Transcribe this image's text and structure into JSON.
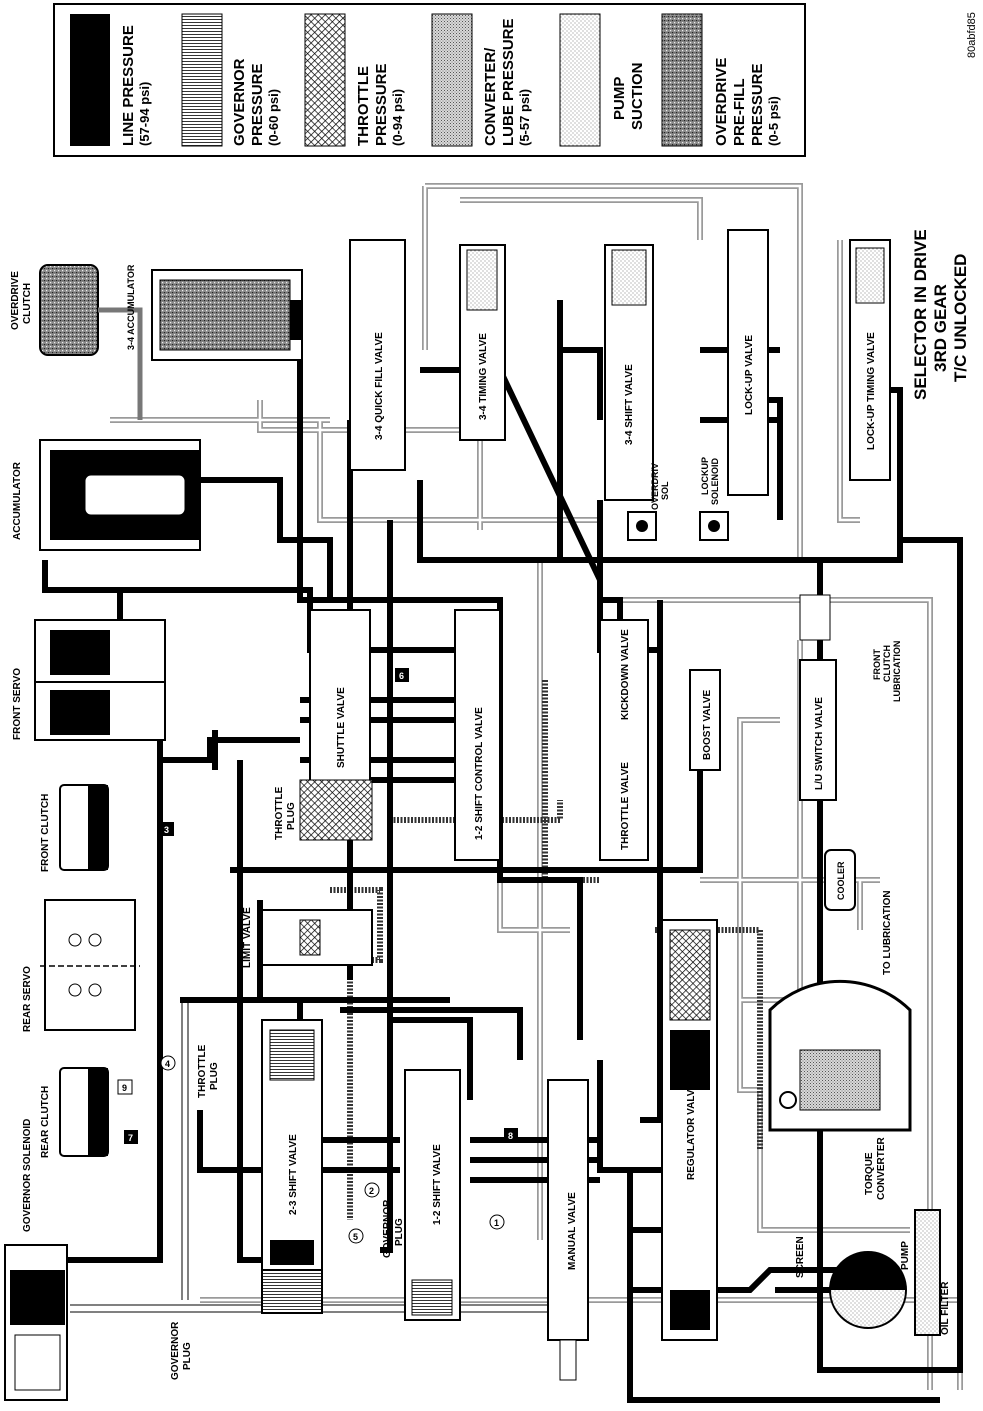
{
  "figure_code": "80abfd85",
  "legend": [
    {
      "line1": "LINE PRESSURE",
      "line2": "(57-94 psi)",
      "line3": "",
      "pattern": "solid"
    },
    {
      "line1": "GOVERNOR",
      "line2": "PRESSURE",
      "line3": "(0-60 psi)",
      "pattern": "vlines"
    },
    {
      "line1": "THROTTLE",
      "line2": "PRESSURE",
      "line3": "(0-94 psi)",
      "pattern": "cross"
    },
    {
      "line1": "CONVERTER/",
      "line2": "LUBE PRESSURE",
      "line3": "(5-57 psi)",
      "pattern": "fine"
    },
    {
      "line1": "PUMP",
      "line2": "SUCTION",
      "line3": "",
      "pattern": "dots"
    },
    {
      "line1": "OVERDRIVE",
      "line2": "PRE-FILL",
      "line3": "PRESSURE",
      "line4": "(0-5 psi)",
      "pattern": "grain"
    }
  ],
  "selector": {
    "line1": "SELECTOR IN DRIVE",
    "line2": "3RD GEAR",
    "line3": "T/C UNLOCKED"
  },
  "components": {
    "overdrive_clutch_1": "OVERDRIVE",
    "overdrive_clutch_2": "CLUTCH",
    "accumulator_34": "3-4 ACCUMULATOR",
    "accumulator": "ACCUMULATOR",
    "front_servo": "FRONT SERVO",
    "front_clutch": "FRONT CLUTCH",
    "rear_servo": "REAR SERVO",
    "rear_clutch": "REAR CLUTCH",
    "governor_solenoid": "GOVERNOR SOLENOID",
    "governor_plug_1": "GOVERNOR",
    "governor_plug_2": "PLUG",
    "throttle_plug_1": "THROTTLE",
    "throttle_plug_2": "PLUG",
    "throttle_plug_lower_1": "THROTTLE",
    "throttle_plug_lower_2": "PLUG",
    "governor_plug_mid_1": "GOVERNOR",
    "governor_plug_mid_2": "PLUG",
    "shift_23": "2-3 SHIFT VALVE",
    "shift_12": "1-2 SHIFT VALVE",
    "manual_valve": "MANUAL VALVE",
    "limit_valve": "LIMIT VALVE",
    "shuttle_valve": "SHUTTLE VALVE",
    "shift_control_12": "1-2 SHIFT CONTROL VALVE",
    "quick_fill_34": "3-4 QUICK FILL VALVE",
    "timing_34": "3-4 TIMING VALVE",
    "shift_34": "3-4 SHIFT VALVE",
    "overdrive_sol_1": "OVERDRIV",
    "overdrive_sol_2": "SOL",
    "lockup_valve": "LOCK-UP VALVE",
    "lockup_solenoid_1": "LOCKUP",
    "lockup_solenoid_2": "SOLENOID",
    "lockup_timing": "LOCK-UP TIMING VALVE",
    "kickdown_valve": "KICKDOWN VALVE",
    "throttle_valve": "THROTTLE VALVE",
    "boost_valve": "BOOST VALVE",
    "lu_switch_valve": "L/U SWITCH VALVE",
    "front_clutch_lub_1": "FRONT",
    "front_clutch_lub_2": "CLUTCH",
    "front_clutch_lub_3": "LUBRICATION",
    "cooler": "COOLER",
    "to_lubrication": "TO LUBRICATION",
    "regulator_valve": "REGULATOR VALVE",
    "torque_converter_1": "TORQUE",
    "torque_converter_2": "CONVERTER",
    "screen": "SCREEN",
    "pump": "PUMP",
    "oil_filter": "OIL FILTER"
  },
  "markers": [
    "1",
    "2",
    "3",
    "4",
    "5",
    "6",
    "7",
    "8",
    "9"
  ]
}
